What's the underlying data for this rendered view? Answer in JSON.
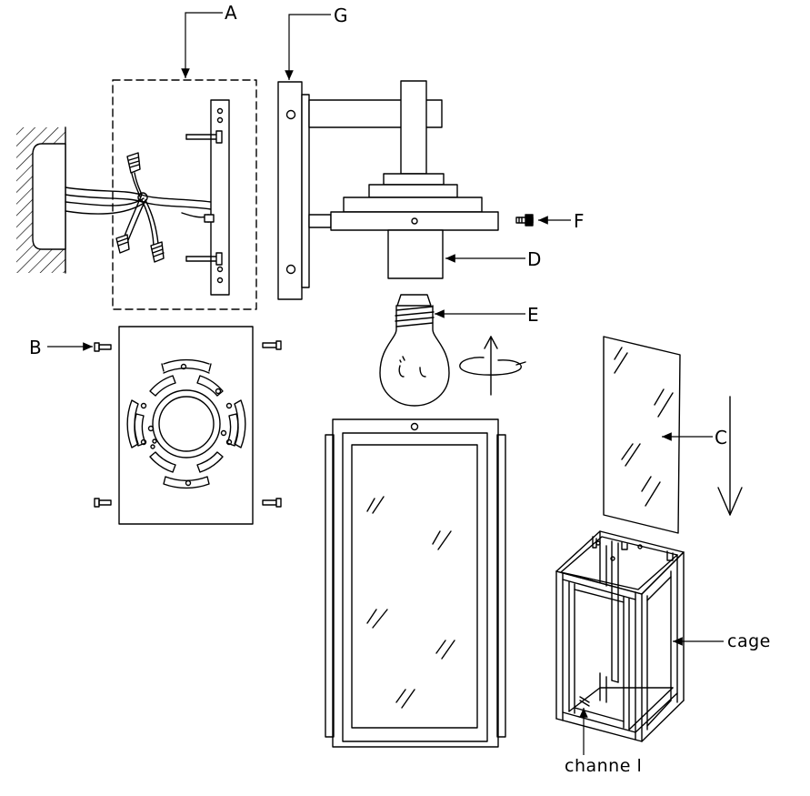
{
  "labels": {
    "A": "A",
    "B": "B",
    "C": "C",
    "D": "D",
    "E": "E",
    "F": "F",
    "G": "G",
    "cage": "cage",
    "channel": "channe l"
  }
}
